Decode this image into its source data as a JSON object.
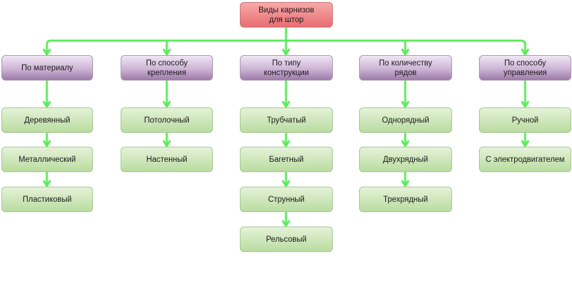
{
  "diagram": {
    "root": {
      "label": "Виды карнизов\nдля штор"
    },
    "categories": [
      {
        "label": "По материалу",
        "items": [
          "Деревянный",
          "Металлический",
          "Пластиковый"
        ]
      },
      {
        "label": "По способу\nкрепления",
        "items": [
          "Потолочный",
          "Настенный"
        ]
      },
      {
        "label": "По типу\nконструкции",
        "items": [
          "Трубчатый",
          "Багетный",
          "Струнный",
          "Рельсовый"
        ]
      },
      {
        "label": "По количеству\nрядов",
        "items": [
          "Однорядный",
          "Двухрядный",
          "Трехрядный"
        ]
      },
      {
        "label": "По способу\nуправления",
        "items": [
          "Ручной",
          "С электродвигателем"
        ]
      }
    ],
    "colors": {
      "connector": "#5cec5c",
      "root": "#ec8388",
      "category": "#b89ac2",
      "leaf": "#c6e3b0"
    }
  }
}
